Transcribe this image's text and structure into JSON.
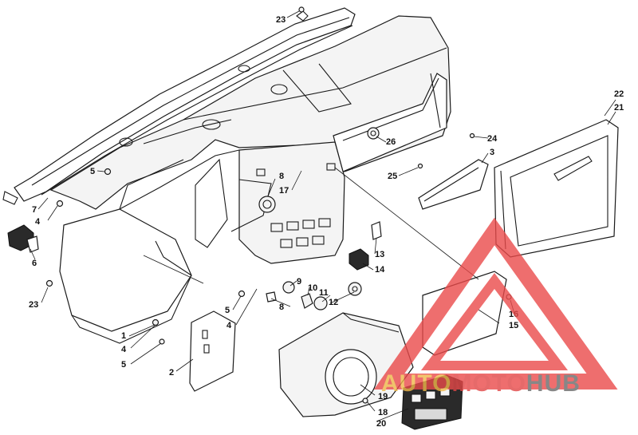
{
  "watermark": {
    "part1": "AUTO",
    "part2": "MOTO",
    "part3": "HUB",
    "color_auto": "#f0b84a",
    "color_moto": "#e04646",
    "color_hub": "#6a6a6a",
    "triangle_color": "#ea4a4a"
  },
  "callouts": [
    {
      "id": "c23a",
      "label": "23"
    },
    {
      "id": "c22",
      "label": "22"
    },
    {
      "id": "c21",
      "label": "21"
    },
    {
      "id": "c24",
      "label": "24"
    },
    {
      "id": "c3",
      "label": "3"
    },
    {
      "id": "c26",
      "label": "26"
    },
    {
      "id": "c25",
      "label": "25"
    },
    {
      "id": "c5a",
      "label": "5"
    },
    {
      "id": "c8a",
      "label": "8"
    },
    {
      "id": "c17",
      "label": "17"
    },
    {
      "id": "c7",
      "label": "7"
    },
    {
      "id": "c4a",
      "label": "4"
    },
    {
      "id": "c6",
      "label": "6"
    },
    {
      "id": "c13",
      "label": "13"
    },
    {
      "id": "c14",
      "label": "14"
    },
    {
      "id": "c23b",
      "label": "23"
    },
    {
      "id": "c9",
      "label": "9"
    },
    {
      "id": "c10",
      "label": "10"
    },
    {
      "id": "c11",
      "label": "11"
    },
    {
      "id": "c12",
      "label": "12"
    },
    {
      "id": "c8b",
      "label": "8"
    },
    {
      "id": "c5b",
      "label": "5"
    },
    {
      "id": "c4b",
      "label": "4"
    },
    {
      "id": "c1",
      "label": "1"
    },
    {
      "id": "c4c",
      "label": "4"
    },
    {
      "id": "c5c",
      "label": "5"
    },
    {
      "id": "c2",
      "label": "2"
    },
    {
      "id": "c16",
      "label": "16"
    },
    {
      "id": "c15",
      "label": "15"
    },
    {
      "id": "c19",
      "label": "19"
    },
    {
      "id": "c18",
      "label": "18"
    },
    {
      "id": "c20",
      "label": "20"
    }
  ]
}
